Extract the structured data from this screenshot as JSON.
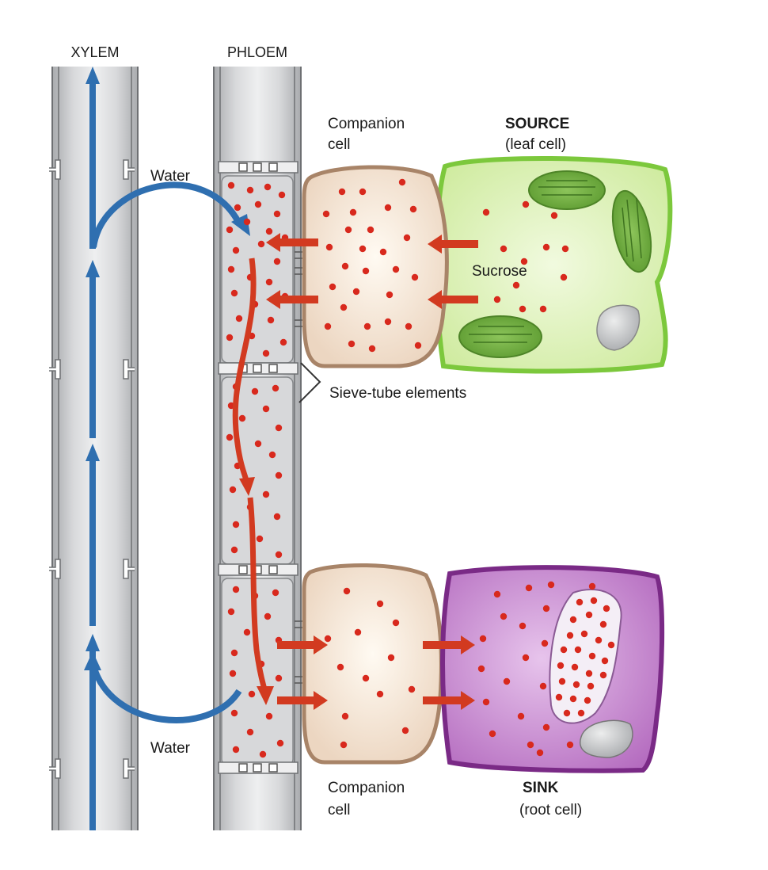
{
  "labels": {
    "xylem": "XYLEM",
    "phloem": "PHLOEM",
    "companion_top_1": "Companion",
    "companion_top_2": "cell",
    "source_1": "SOURCE",
    "source_2": "(leaf cell)",
    "water_top": "Water",
    "sucrose": "Sucrose",
    "sieve_tube": "Sieve-tube elements",
    "water_bottom": "Water",
    "companion_bottom_1": "Companion",
    "companion_bottom_2": "cell",
    "sink_1": "SINK",
    "sink_2": "(root cell)"
  },
  "colors": {
    "tube_fill": "#c9cacc",
    "tube_edge": "#7d7f82",
    "water_arrow": "#2f6fb0",
    "sucrose": "#d8291d",
    "flow_arrow": "#d23a20",
    "companion_fill": "#f0ddcb",
    "companion_edge": "#a88468",
    "leaf_fill": "#d9f0b4",
    "leaf_edge": "#7cc83c",
    "chloroplast": "#6fae3c",
    "root_fill": "#c68ad0",
    "root_edge": "#7a2a86",
    "vacuole": "#f4eef6",
    "nucleus": "#c2c4c7"
  }
}
